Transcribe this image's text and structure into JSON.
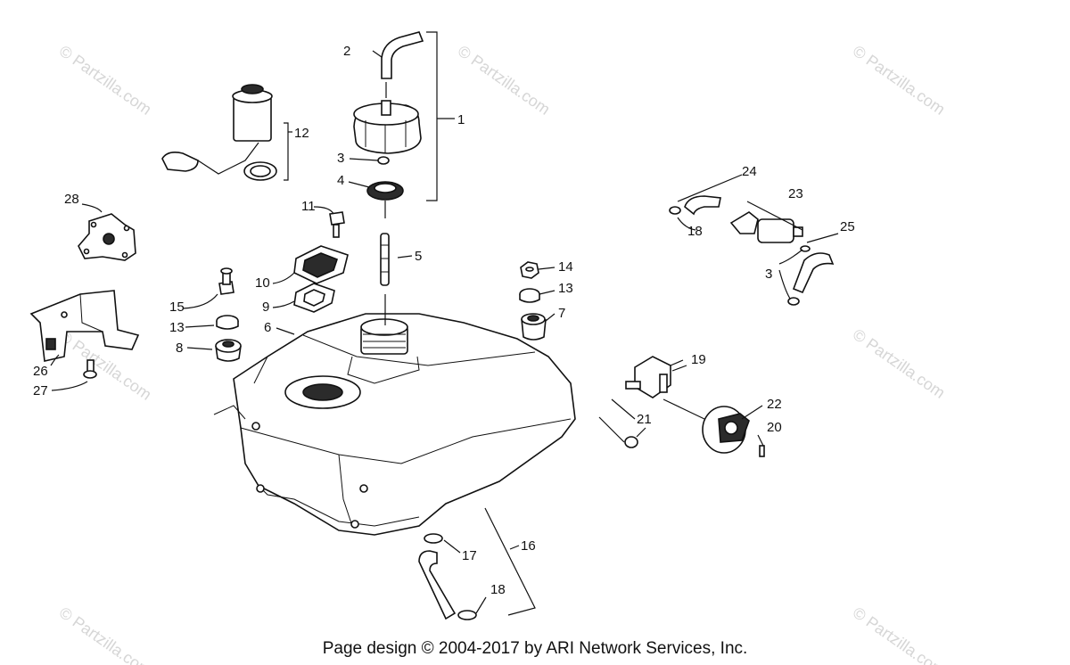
{
  "watermark": "© Partzilla.com",
  "footer": "Page design © 2004-2017 by ARI Network Services, Inc.",
  "callouts": {
    "c1": "1",
    "c2": "2",
    "c3a": "3",
    "c3b": "3",
    "c4": "4",
    "c5": "5",
    "c6": "6",
    "c7": "7",
    "c8": "8",
    "c9": "9",
    "c10": "10",
    "c11": "11",
    "c12": "12",
    "c13a": "13",
    "c13b": "13",
    "c14": "14",
    "c15": "15",
    "c16": "16",
    "c17": "17",
    "c18a": "18",
    "c18b": "18",
    "c19": "19",
    "c20": "20",
    "c21": "21",
    "c22": "22",
    "c23": "23",
    "c24": "24",
    "c25": "25",
    "c26": "26",
    "c27": "27",
    "c28": "28"
  }
}
